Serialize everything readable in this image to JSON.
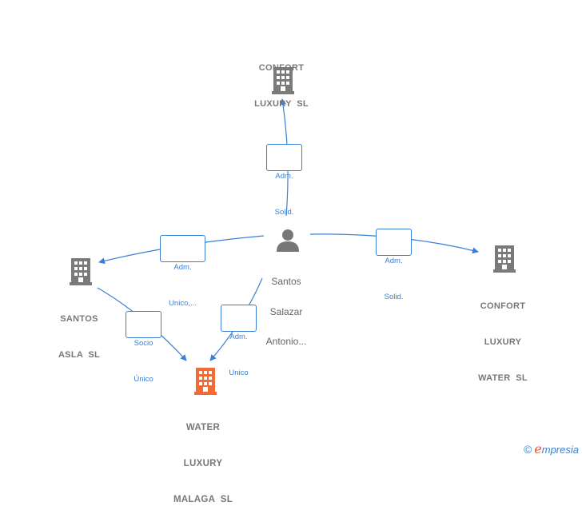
{
  "nodes": {
    "confort_luxury": {
      "line1": "CONFORT",
      "line2": "LUXURY  SL"
    },
    "confort_water": {
      "line1": "CONFORT",
      "line2": "LUXURY",
      "line3": "WATER  SL"
    },
    "santos_asla": {
      "line1": "SANTOS",
      "line2": "ASLA  SL"
    },
    "water_malaga": {
      "line1": "WATER",
      "line2": "LUXURY",
      "line3": "MALAGA  SL"
    },
    "person": {
      "line1": "Santos",
      "line2": "Salazar",
      "line3": "Antonio..."
    }
  },
  "edges": {
    "to_confort_luxury": {
      "line1": "Adm.",
      "line2": "Solid."
    },
    "to_confort_water": {
      "line1": "Adm.",
      "line2": "Solid."
    },
    "to_santos_asla": {
      "line1": "Adm.",
      "line2": "Unico,..."
    },
    "to_water_malaga": {
      "line1": "Adm.",
      "line2": "Unico"
    },
    "asla_to_malaga": {
      "line1": "Socio",
      "line2": "Único"
    }
  },
  "colors": {
    "edge": "#3a7fd5",
    "building": "#7a7a7a",
    "building_highlight": "#f26b35",
    "person": "#777777"
  },
  "brand": {
    "copyright": "©",
    "name_first": "e",
    "name_rest": "mpresia"
  }
}
